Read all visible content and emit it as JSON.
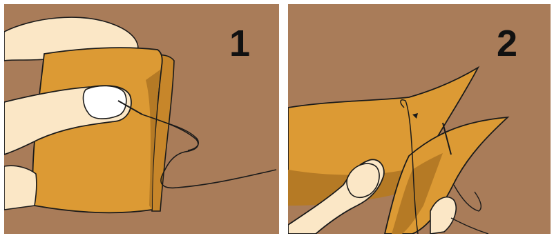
{
  "panels": [
    {
      "step_label": "1",
      "depicts": [
        "hand",
        "folded-fabric",
        "needle",
        "thread"
      ]
    },
    {
      "step_label": "2",
      "depicts": [
        "hand",
        "fabric-corners",
        "needle",
        "thread",
        "stitch-mark"
      ]
    }
  ],
  "colors": {
    "background": "#a97c59",
    "fabric": "#dc9a34",
    "fabric_shadow": "#b57a25",
    "skin": "#fbe7c6",
    "nail": "#ffffff",
    "outline": "#1a1a1a"
  }
}
